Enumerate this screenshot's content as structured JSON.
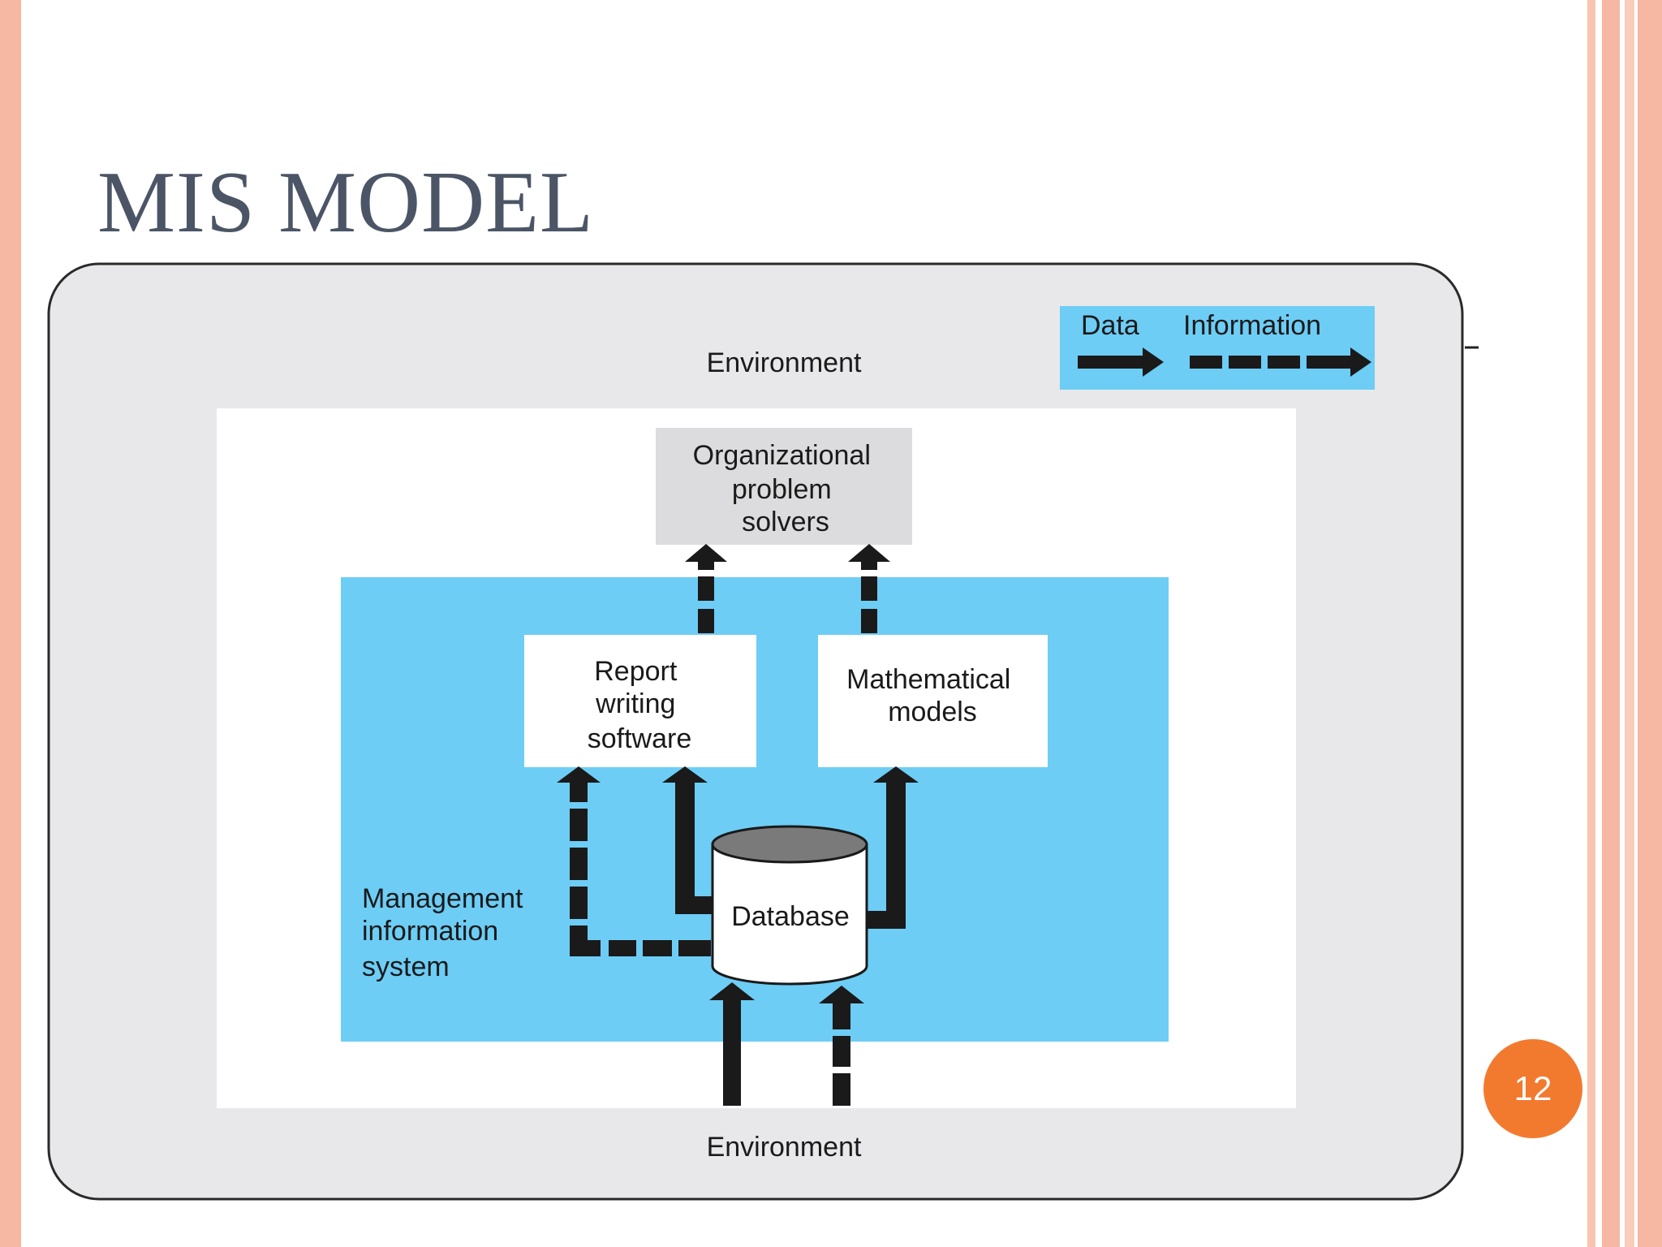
{
  "slide": {
    "title": "MIS MODEL",
    "page_number": "12"
  },
  "diagram": {
    "legend": {
      "data_label": "Data",
      "information_label": "Information"
    },
    "environment_top": "Environment",
    "environment_bottom": "Environment",
    "organizational_problem_solvers": [
      "Organizational",
      "problem",
      "solvers"
    ],
    "report_writing_software": [
      "Report",
      "writing",
      "software"
    ],
    "mathematical_models": [
      "Mathematical",
      "models"
    ],
    "database": "Database",
    "mis_label": [
      "Management",
      "information",
      "system"
    ]
  },
  "colors": {
    "accent_blue": "#6dcdf5",
    "outer_gray": "#e8e8ea",
    "solver_gray": "#dcdcde",
    "badge_orange": "#f27a2f",
    "border_salmon": "#f6b8a2"
  }
}
